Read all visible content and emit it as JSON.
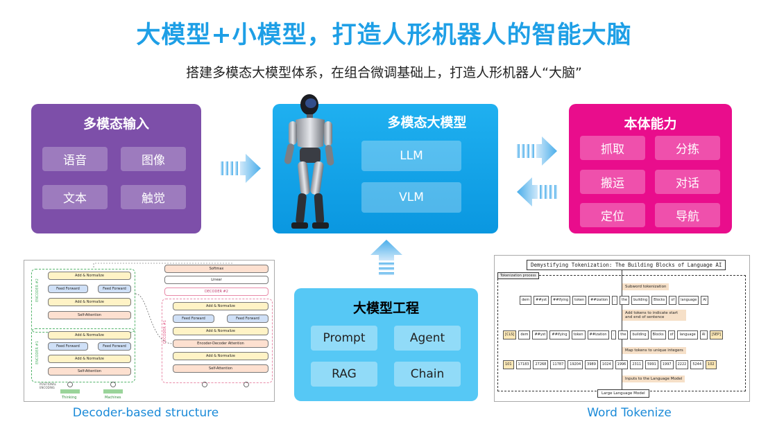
{
  "title": "大模型+小模型，打造人形机器人的智能大脑",
  "subtitle": "搭建多模态大模型体系，在组合微调基础上，打造人形机器人“大脑”",
  "input_panel": {
    "title": "多模态输入",
    "items": [
      "语音",
      "图像",
      "文本",
      "触觉"
    ]
  },
  "model_panel": {
    "title": "多模态大模型",
    "items": [
      "LLM",
      "VLM"
    ]
  },
  "ability_panel": {
    "title": "本体能力",
    "items": [
      "抓取",
      "分拣",
      "搬运",
      "对话",
      "定位",
      "导航"
    ]
  },
  "engineering_panel": {
    "title": "大模型工程",
    "items": [
      "Prompt",
      "Agent",
      "RAG",
      "Chain"
    ]
  },
  "captions": {
    "decoder": "Decoder-based structure",
    "tokenize": "Word Tokenize"
  },
  "decoder_fig": {
    "blocks": [
      "Add & Normalize",
      "Feed Forward",
      "Feed Forward",
      "Add & Normalize",
      "Self-Attention"
    ],
    "right_top": [
      "Softmax",
      "Linear",
      "DECODER #2"
    ],
    "right_blocks": [
      "Add & Normalize",
      "Feed Forward",
      "Feed Forward",
      "Add & Normalize",
      "Encoder-Decoder Attention",
      "Add & Normalize",
      "Self-Attention"
    ],
    "side_labels": [
      "ENCODER #2",
      "ENCODER #1",
      "DECODER #1"
    ],
    "pos_label": "POSITIONAL ENCODING",
    "words": [
      "Thinking",
      "Machines"
    ]
  },
  "tokenize_fig": {
    "title": "Demystifying Tokenization: The Building Blocks of Language AI",
    "process_label": "Tokenization process",
    "steps": [
      "Subword tokenization",
      "Add tokens to indicate start and end of sentence",
      "Map tokens to unique integers",
      "Inputs to the Language Model"
    ],
    "row1": [
      "dem",
      "##yst",
      "##ifying",
      "token",
      "##ization",
      ":",
      "the",
      "building",
      "Blocks",
      "of",
      "language",
      "AI"
    ],
    "row2": [
      "[CLS]",
      "dem",
      "##yst",
      "##ifying",
      "token",
      "##ization",
      ":",
      "the",
      "building",
      "Blocks",
      "of",
      "language",
      "AI",
      "[SEP]"
    ],
    "row3": [
      "101",
      "17183",
      "27268",
      "11787",
      "19204",
      "3989",
      "1024",
      "1996",
      "2311",
      "5991",
      "1997",
      "2222",
      "5244",
      "102"
    ],
    "model_label": "Large Language Model"
  },
  "colors": {
    "title": "#1e9fe6",
    "input": "#7d4fa9",
    "model": "#0fa6ea",
    "ability": "#e90d8c",
    "engineering": "#56c8f5",
    "arrow": "#5fb8ef"
  }
}
